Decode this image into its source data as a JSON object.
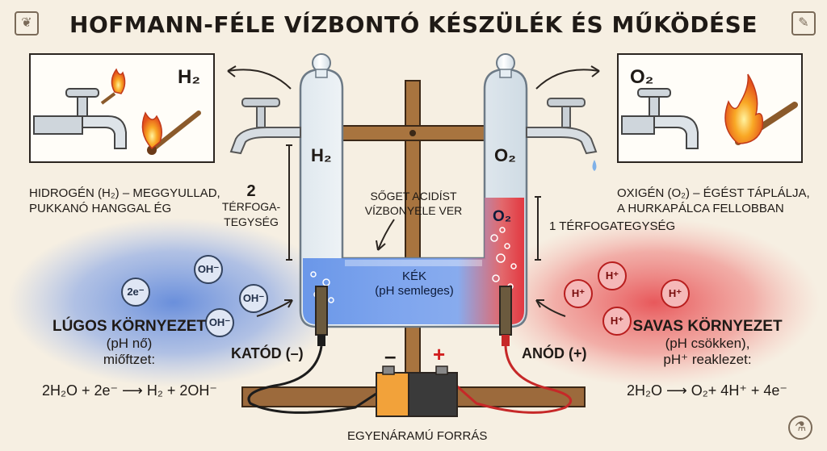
{
  "title": "HOFMANN-FÉLE VÍZBONTÓ KÉSZÜLÉK ÉS MŰKÖDÉSE",
  "left_panel": {
    "gas": "H₂",
    "caption_line1": "HIDROGÉN (H₂) – MEGGYULLAD,",
    "caption_line2": "PUKKANÓ HANGGAL ÉG"
  },
  "right_panel": {
    "gas": "O₂",
    "caption_line1": "OXIGÉN (O₂) – ÉGÉST TÁPLÁLJA,",
    "caption_line2": "A HURKAPÁLCA FELLOBBAN"
  },
  "apparatus": {
    "left_tube_label": "H₂",
    "right_tube_label": "O₂",
    "right_gas_label": "O₂",
    "volume_left_num": "2",
    "volume_left_line1": "TÉRFOGA-",
    "volume_left_line2": "TEGYSÉG",
    "volume_right": "1 TÉRFOGATEGYSÉG",
    "note_line1": "SŐGET ACIDÍST",
    "note_line2": "VÍZBONYELE VER",
    "solution_line1": "KÉK",
    "solution_line2": "(pH semleges)",
    "cathode": "KATÓD (–)",
    "anode": "ANÓD (+)",
    "power_source": "EGYENÁRAMÚ FORRÁS",
    "minus": "–",
    "plus": "+"
  },
  "left_env": {
    "title": "LÚGOS KÖRNYEZET",
    "line2": "(pH nő)",
    "line3": "miőftzet:",
    "equation": "2H₂O + 2e⁻ ⟶ H₂ + 2OH⁻",
    "ions": [
      "OH⁻",
      "2e⁻",
      "OH⁻",
      "OH⁻"
    ]
  },
  "right_env": {
    "title": "SAVAS KÖRNYEZET",
    "line2": "(pH csökken),",
    "line3": "pH⁺ reaklezet:",
    "equation": "2H₂O ⟶ O₂+ 4H⁺ + 4e⁻",
    "ions": [
      "H⁺",
      "H⁺",
      "H⁺",
      "H⁺"
    ]
  },
  "colors": {
    "background": "#f6efe2",
    "acid_red": "#e3262e",
    "base_blue": "#3b6fd9",
    "wood": "#9c6a3c"
  }
}
